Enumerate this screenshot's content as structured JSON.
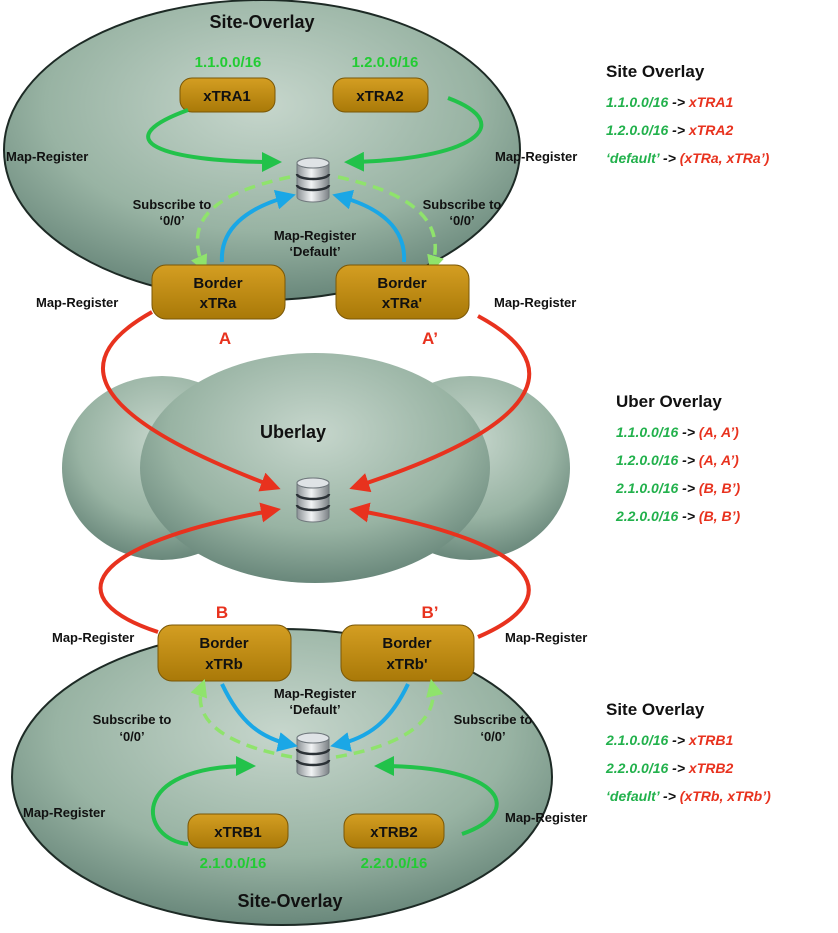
{
  "top_site": {
    "title": "Site-Overlay",
    "xtr1": "xTRA1",
    "xtr2": "xTRA2",
    "prefix1": "1.1.0.0/16",
    "prefix2": "1.2.0.0/16",
    "left_map_register": "Map-Register",
    "right_map_register": "Map-Register",
    "subscribe_left": [
      "Subscribe to",
      "‘0/0’"
    ],
    "subscribe_right": [
      "Subscribe to",
      "‘0/0’"
    ],
    "default_register": [
      "Map-Register",
      "‘Default’"
    ],
    "border_left": [
      "Border",
      "xTRa"
    ],
    "border_right": [
      "Border",
      "xTRa'"
    ],
    "border_left_outer_register": "Map-Register",
    "border_right_outer_register": "Map-Register",
    "rloc_left": "A",
    "rloc_right": "A’"
  },
  "uberlay": {
    "title": "Uberlay"
  },
  "bottom_site": {
    "title": "Site-Overlay",
    "xtr1": "xTRB1",
    "xtr2": "xTRB2",
    "prefix1": "2.1.0.0/16",
    "prefix2": "2.2.0.0/16",
    "left_map_register": "Map-Register",
    "right_map_register": "Map-Register",
    "subscribe_left": [
      "Subscribe to",
      "‘0/0’"
    ],
    "subscribe_right": [
      "Subscribe to",
      "‘0/0’"
    ],
    "default_register": [
      "Map-Register",
      "‘Default’"
    ],
    "border_left": [
      "Border",
      "xTRb"
    ],
    "border_right": [
      "Border",
      "xTRb'"
    ],
    "border_left_outer_register": "Map-Register",
    "border_right_outer_register": "Map-Register",
    "rloc_left": "B",
    "rloc_right": "B’"
  },
  "legend_top": {
    "title": "Site Overlay",
    "rows": [
      {
        "prefix": "1.1.0.0/16",
        "arrow": "->",
        "target": "xTRA1"
      },
      {
        "prefix": "1.2.0.0/16",
        "arrow": "->",
        "target": "xTRA2"
      },
      {
        "prefix": "‘default’",
        "arrow": "->",
        "target": "(xTRa, xTRa’)"
      }
    ]
  },
  "legend_uber": {
    "title": "Uber Overlay",
    "rows": [
      {
        "prefix": "1.1.0.0/16",
        "arrow": "->",
        "target": "(A, A’)"
      },
      {
        "prefix": "1.2.0.0/16",
        "arrow": "->",
        "target": "(A, A’)"
      },
      {
        "prefix": "2.1.0.0/16",
        "arrow": "->",
        "target": "(B, B’)"
      },
      {
        "prefix": "2.2.0.0/16",
        "arrow": "->",
        "target": "(B, B’)"
      }
    ]
  },
  "legend_bottom": {
    "title": "Site Overlay",
    "rows": [
      {
        "prefix": "2.1.0.0/16",
        "arrow": "->",
        "target": "xTRB1"
      },
      {
        "prefix": "2.2.0.0/16",
        "arrow": "->",
        "target": "xTRB2"
      },
      {
        "prefix": "‘default’",
        "arrow": "->",
        "target": "(xTRb, xTRb’)"
      }
    ]
  },
  "colors": {
    "green": "#22b14c",
    "light_green": "#8fe36c",
    "blue": "#1aa7e6",
    "red": "#e8321e",
    "router_fill": "#c08c10",
    "cloud_fill": "#9ab6a6"
  }
}
